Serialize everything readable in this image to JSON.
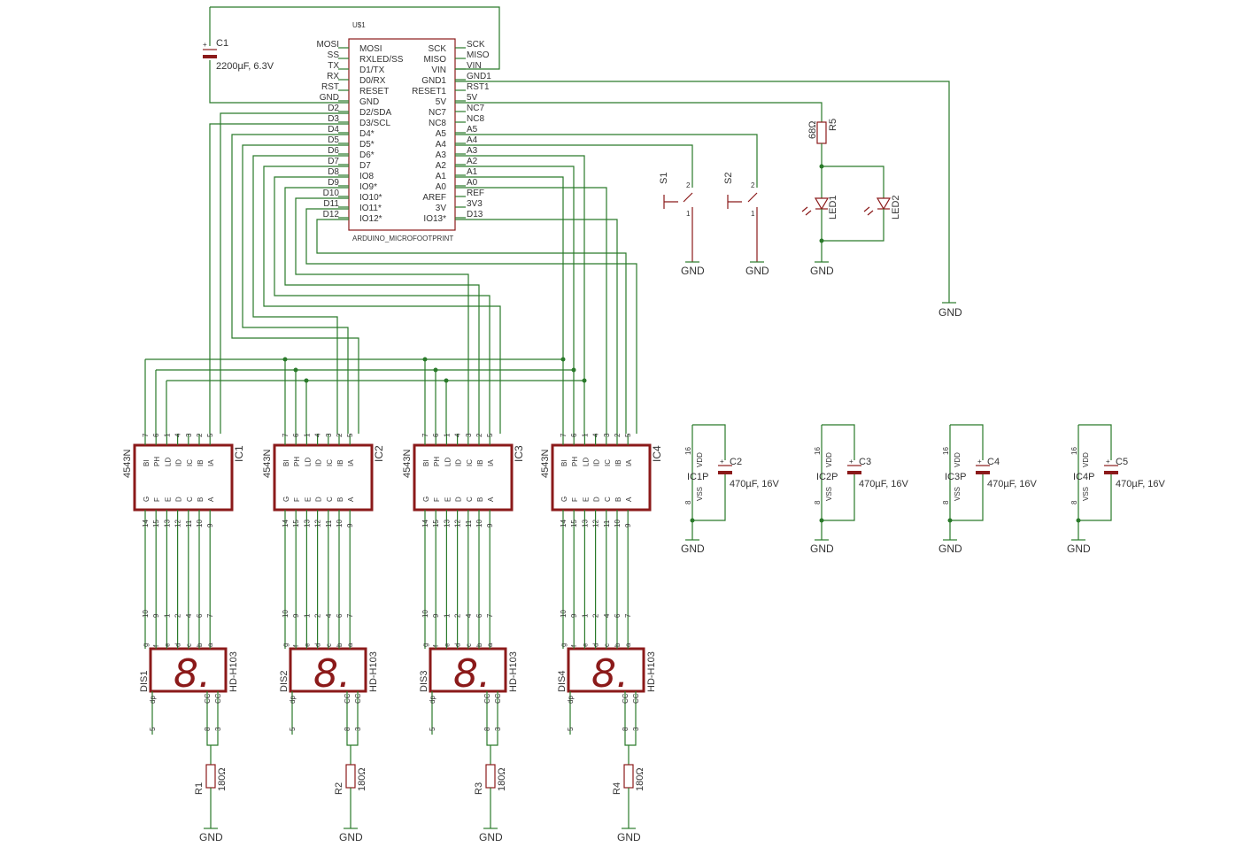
{
  "arduino": {
    "ref": "U$1",
    "name": "ARDUINO_MICROFOOTPRINT",
    "left_nets": [
      "MOSI",
      "SS",
      "TX",
      "RX",
      "RST",
      "GND",
      "D2",
      "D3",
      "D4",
      "D5",
      "D6",
      "D7",
      "D8",
      "D9",
      "D10",
      "D11",
      "D12"
    ],
    "left_pins": [
      "MOSI",
      "RXLED/SS",
      "D1/TX",
      "D0/RX",
      "RESET",
      "GND",
      "D2/SDA",
      "D3/SCL",
      "D4*",
      "D5*",
      "D6*",
      "D7",
      "IO8",
      "IO9*",
      "IO10*",
      "IO11*",
      "IO12*"
    ],
    "right_pins": [
      "SCK",
      "MISO",
      "VIN",
      "GND1",
      "RESET1",
      "5V",
      "NC7",
      "NC8",
      "A5",
      "A4",
      "A3",
      "A2",
      "A1",
      "A0",
      "AREF",
      "3V",
      "IO13*"
    ],
    "right_nets": [
      "SCK",
      "MISO",
      "VIN",
      "GND1",
      "RST1",
      "5V",
      "NC7",
      "NC8",
      "A5",
      "A4",
      "A3",
      "A2",
      "A1",
      "A0",
      "REF",
      "3V3",
      "D13"
    ]
  },
  "c1": {
    "ref": "C1",
    "value": "2200µF, 6.3V"
  },
  "r5": {
    "ref": "R5",
    "value": "68Ω"
  },
  "s1": {
    "ref": "S1"
  },
  "s2": {
    "ref": "S2"
  },
  "led1": {
    "ref": "LED1"
  },
  "led2": {
    "ref": "LED2"
  },
  "gnd_label": "GND",
  "ics": [
    {
      "ref": "IC1",
      "part": "4543N"
    },
    {
      "ref": "IC2",
      "part": "4543N"
    },
    {
      "ref": "IC3",
      "part": "4543N"
    },
    {
      "ref": "IC4",
      "part": "4543N"
    }
  ],
  "ic_top_pins": {
    "nums": [
      "7",
      "6",
      "1",
      "4",
      "3",
      "2",
      "5"
    ],
    "names": [
      "BI",
      "PH",
      "LD",
      "ID",
      "IC",
      "IB",
      "IA"
    ]
  },
  "ic_bot_pins": {
    "nums": [
      "14",
      "15",
      "13",
      "12",
      "11",
      "10",
      "9"
    ],
    "names": [
      "G",
      "F",
      "E",
      "D",
      "C",
      "B",
      "A"
    ]
  },
  "displays": [
    {
      "ref": "DIS1",
      "part": "HD-H103",
      "digit": "8."
    },
    {
      "ref": "DIS2",
      "part": "HD-H103",
      "digit": "8."
    },
    {
      "ref": "DIS3",
      "part": "HD-H103",
      "digit": "8."
    },
    {
      "ref": "DIS4",
      "part": "HD-H103",
      "digit": "8."
    }
  ],
  "disp_top_pins": {
    "nums": [
      "10",
      "9",
      "1",
      "2",
      "4",
      "6",
      "7"
    ],
    "names": [
      "g",
      "f",
      "e",
      "d",
      "c",
      "b",
      "a"
    ]
  },
  "disp_bot_pins": {
    "nums": [
      "5",
      "8",
      "3"
    ],
    "names": [
      "dp",
      "CC",
      "CC"
    ]
  },
  "disp_resistors": [
    {
      "ref": "R1",
      "value": "180Ω"
    },
    {
      "ref": "R2",
      "value": "180Ω"
    },
    {
      "ref": "R3",
      "value": "180Ω"
    },
    {
      "ref": "R4",
      "value": "180Ω"
    }
  ],
  "power_ics": [
    {
      "ref": "IC1P",
      "cap": "C2",
      "value": "470µF, 16V"
    },
    {
      "ref": "IC2P",
      "cap": "C3",
      "value": "470µF, 16V"
    },
    {
      "ref": "IC3P",
      "cap": "C4",
      "value": "470µF, 16V"
    },
    {
      "ref": "IC4P",
      "cap": "C5",
      "value": "470µF, 16V"
    }
  ],
  "power_pins": {
    "vdd_num": "16",
    "vdd": "VDD",
    "vss_num": "8",
    "vss": "VSS"
  },
  "colors": {
    "part": "#8b1a1a",
    "wire": "#2a7a2a",
    "text": "#333333"
  }
}
